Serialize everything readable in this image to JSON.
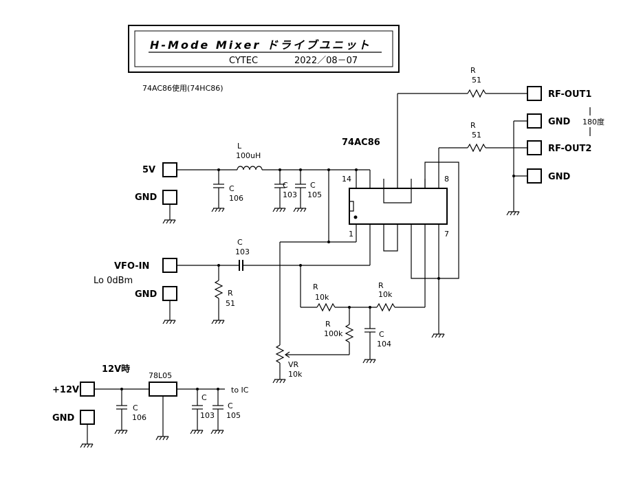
{
  "title": {
    "main": "H-Mode Mixer ドライブユニット",
    "maker": "CYTEC",
    "date": "2022／08－07"
  },
  "note": "74AC86使用(74HC86)",
  "ic": {
    "name": "74AC86",
    "pin14": "14",
    "pin8": "8",
    "pin1": "1",
    "pin7": "7"
  },
  "terminals": {
    "v5": "5V",
    "gnd": "GND",
    "vfo": "VFO-IN",
    "vfo_level": "Lo 0dBm",
    "v12": "+12V",
    "rfout1": "RF-OUT1",
    "rfout2": "RF-OUT2",
    "phase": "180度"
  },
  "parts": {
    "inductor": {
      "ref": "L",
      "value": "100uH"
    },
    "c106_top": {
      "ref": "C",
      "value": "106"
    },
    "c103_top": {
      "ref": "C",
      "value": "103"
    },
    "c105_top": {
      "ref": "C",
      "value": "105"
    },
    "c_in": {
      "ref": "C",
      "value": "103"
    },
    "r51_in": {
      "ref": "R",
      "value": "51"
    },
    "r10k_a": {
      "ref": "R",
      "value": "10k"
    },
    "r10k_b": {
      "ref": "R",
      "value": "10k"
    },
    "r100k": {
      "ref": "R",
      "value": "100k"
    },
    "c104": {
      "ref": "C",
      "value": "104"
    },
    "vr": {
      "ref": "VR",
      "value": "10k"
    },
    "r51_out1": {
      "ref": "R",
      "value": "51"
    },
    "r51_out2": {
      "ref": "R",
      "value": "51"
    },
    "reg_title": "12V時",
    "reg": "78L05",
    "c106_bot": {
      "ref": "C",
      "value": "106"
    },
    "c103_bot": {
      "ref": "C",
      "value": "103"
    },
    "c105_bot": {
      "ref": "C",
      "value": "105"
    },
    "to_ic": "to IC"
  }
}
